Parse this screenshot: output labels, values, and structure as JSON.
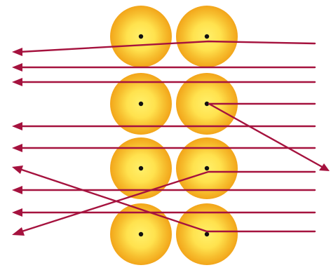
{
  "diagram": {
    "kind": "atomic-scattering-illustration",
    "atom_grid": {
      "rows": 4,
      "cols": 2,
      "nucleus_marker": "dot"
    },
    "colors": {
      "background": "#ffffff",
      "atom_edge": "#f2a51a",
      "atom_mid": "#f7bf2f",
      "atom_center": "#fff06a",
      "nucleus": "#111111",
      "particle_path": "#a5123e"
    },
    "particle_paths": [
      {
        "id": "path-1",
        "behavior": "straight-through",
        "direction": "right-to-left"
      },
      {
        "id": "path-2",
        "behavior": "straight-through",
        "direction": "right-to-left"
      },
      {
        "id": "path-3",
        "behavior": "straight-through",
        "direction": "right-to-left"
      },
      {
        "id": "path-4",
        "behavior": "straight-through",
        "direction": "right-to-left"
      },
      {
        "id": "path-5",
        "behavior": "straight-through",
        "direction": "right-to-left"
      },
      {
        "id": "path-6",
        "behavior": "straight-through",
        "direction": "right-to-left"
      },
      {
        "id": "path-7",
        "behavior": "straight-through",
        "direction": "right-to-left"
      },
      {
        "id": "path-8",
        "behavior": "deflected",
        "direction": "right-to-left"
      },
      {
        "id": "path-9",
        "behavior": "deflected",
        "direction": "right-to-left"
      },
      {
        "id": "path-10",
        "behavior": "deflected",
        "direction": "right-to-left"
      },
      {
        "id": "path-11",
        "behavior": "bounced-back",
        "direction": "left-to-right"
      }
    ]
  }
}
